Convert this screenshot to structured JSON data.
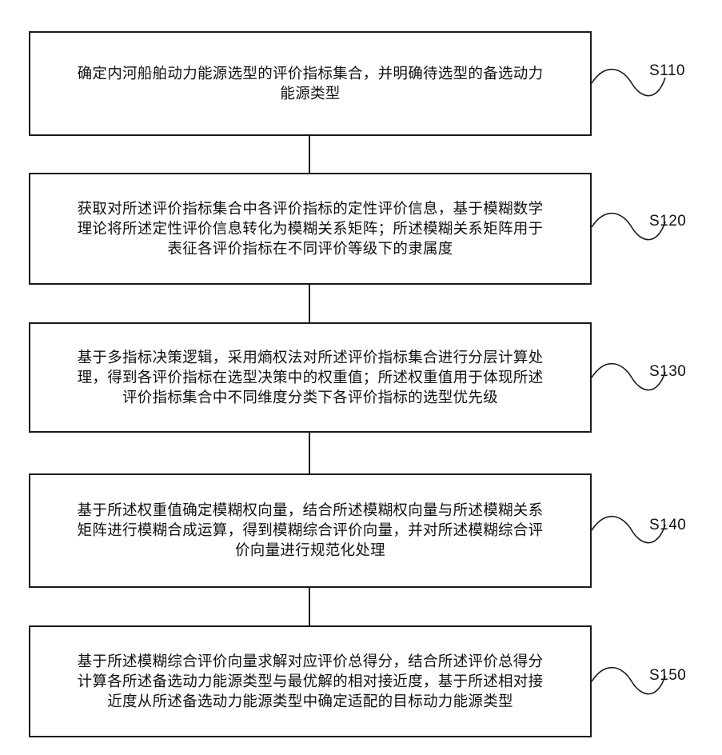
{
  "steps": [
    {
      "id": "S110",
      "text": "确定内河船舶动力能源选型的评价指标集合，并明确待选型的备选动力\n能源类型"
    },
    {
      "id": "S120",
      "text": "获取对所述评价指标集合中各评价指标的定性评价信息，基于模糊数学\n理论将所述定性评价信息转化为模糊关系矩阵；所述模糊关系矩阵用于\n表征各评价指标在不同评价等级下的隶属度"
    },
    {
      "id": "S130",
      "text": "基于多指标决策逻辑，采用熵权法对所述评价指标集合进行分层计算处\n理，得到各评价指标在选型决策中的权重值；所述权重值用于体现所述\n评价指标集合中不同维度分类下各评价指标的选型优先级"
    },
    {
      "id": "S140",
      "text": "基于所述权重值确定模糊权向量，结合所述模糊权向量与所述模糊关系\n矩阵进行模糊合成运算，得到模糊综合评价向量，并对所述模糊综合评\n价向量进行规范化处理"
    },
    {
      "id": "S150",
      "text": "基于所述模糊综合评价向量求解对应评价总得分，结合所述评价总得分\n计算各所述备选动力能源类型与最优解的相对接近度，基于所述相对接\n近度从所述备选动力能源类型中确定适配的目标动力能源类型"
    }
  ]
}
